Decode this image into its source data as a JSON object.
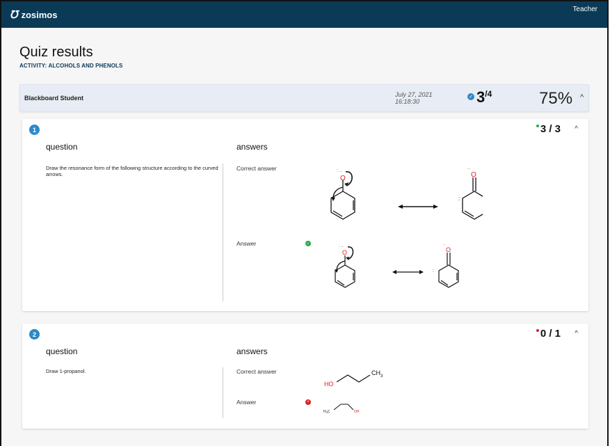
{
  "app": {
    "brand": "zosimos",
    "logo_glyph": "℧",
    "role": "Teacher"
  },
  "page": {
    "title": "Quiz results",
    "activity": "ACTIVITY: ALCOHOLS AND PHENOLS"
  },
  "summary": {
    "student": "Blackboard Student",
    "date_line1": "July 27, 2021",
    "date_line2": "16:18:30",
    "score": "3",
    "score_out_of": "/4",
    "percent": "75%",
    "chevron": "^"
  },
  "questions": [
    {
      "number": "1",
      "score": "3 / 3",
      "status_color": "#2aa84a",
      "chevron": "^",
      "question_header": "question",
      "answers_header": "answers",
      "text": "Draw the resonance form of the following structure according to the curved arrows.",
      "correct_label": "Correct answer",
      "answer_label": "Answer",
      "answer_status": "correct",
      "oxygen_label": "O"
    },
    {
      "number": "2",
      "score": "0 / 1",
      "status_color": "#d8202a",
      "chevron": "^",
      "question_header": "question",
      "answers_header": "answers",
      "text": "Draw 1-propanol.",
      "correct_label": "Correct answer",
      "answer_label": "Answer",
      "answer_status": "incorrect",
      "correct_mol": {
        "ho": "HO",
        "ch3": "CH",
        "ch3_sub": "3"
      },
      "answer_mol": {
        "h3c": "H",
        "h3c_sub": "3",
        "h3c_c": "C",
        "oh": "OH"
      }
    }
  ],
  "colors": {
    "topbar": "#0b3a56",
    "accent": "#2d89c8",
    "oxygen": "#d8202a"
  }
}
